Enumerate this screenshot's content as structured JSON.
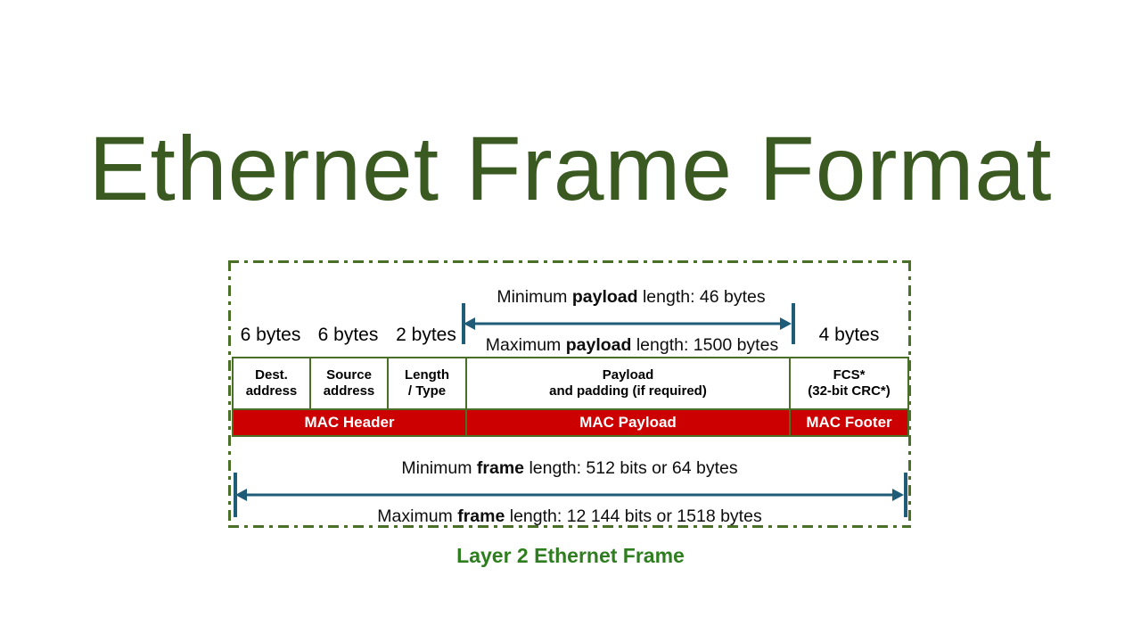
{
  "title": "Ethernet Frame Format",
  "caption": "Layer 2 Ethernet Frame",
  "colors": {
    "title_green": "#3a5a22",
    "caption_green": "#2e7d1f",
    "border_green": "#4a7028",
    "bar_red": "#cc0000",
    "arrow_blue": "#1f5c78",
    "background": "#ffffff"
  },
  "byte_labels": [
    {
      "text": "6 bytes"
    },
    {
      "text": "6 bytes"
    },
    {
      "text": "2 bytes"
    },
    {
      "text": "4 bytes"
    }
  ],
  "payload_annotation": {
    "min_prefix": "Minimum ",
    "min_bold": "payload",
    "min_suffix": " length: 46 bytes",
    "max_prefix": "Maximum ",
    "max_bold": "payload",
    "max_suffix": " length: 1500 bytes"
  },
  "frame_annotation": {
    "min_prefix": "Minimum ",
    "min_bold": "frame",
    "min_suffix": " length: 512 bits or 64 bytes",
    "max_prefix": "Maximum ",
    "max_bold": "frame",
    "max_suffix": " length: 12 144 bits or 1518 bytes"
  },
  "fields": [
    {
      "line1": "Dest.",
      "line2": "address"
    },
    {
      "line1": "Source",
      "line2": "address"
    },
    {
      "line1": "Length",
      "line2": "/ Type"
    },
    {
      "line1": "Payload",
      "line2": "and padding (if required)"
    },
    {
      "line1": "FCS*",
      "line2": "(32-bit CRC*)"
    }
  ],
  "bars": [
    {
      "label": "MAC Header"
    },
    {
      "label": "MAC Payload"
    },
    {
      "label": "MAC Footer"
    }
  ]
}
